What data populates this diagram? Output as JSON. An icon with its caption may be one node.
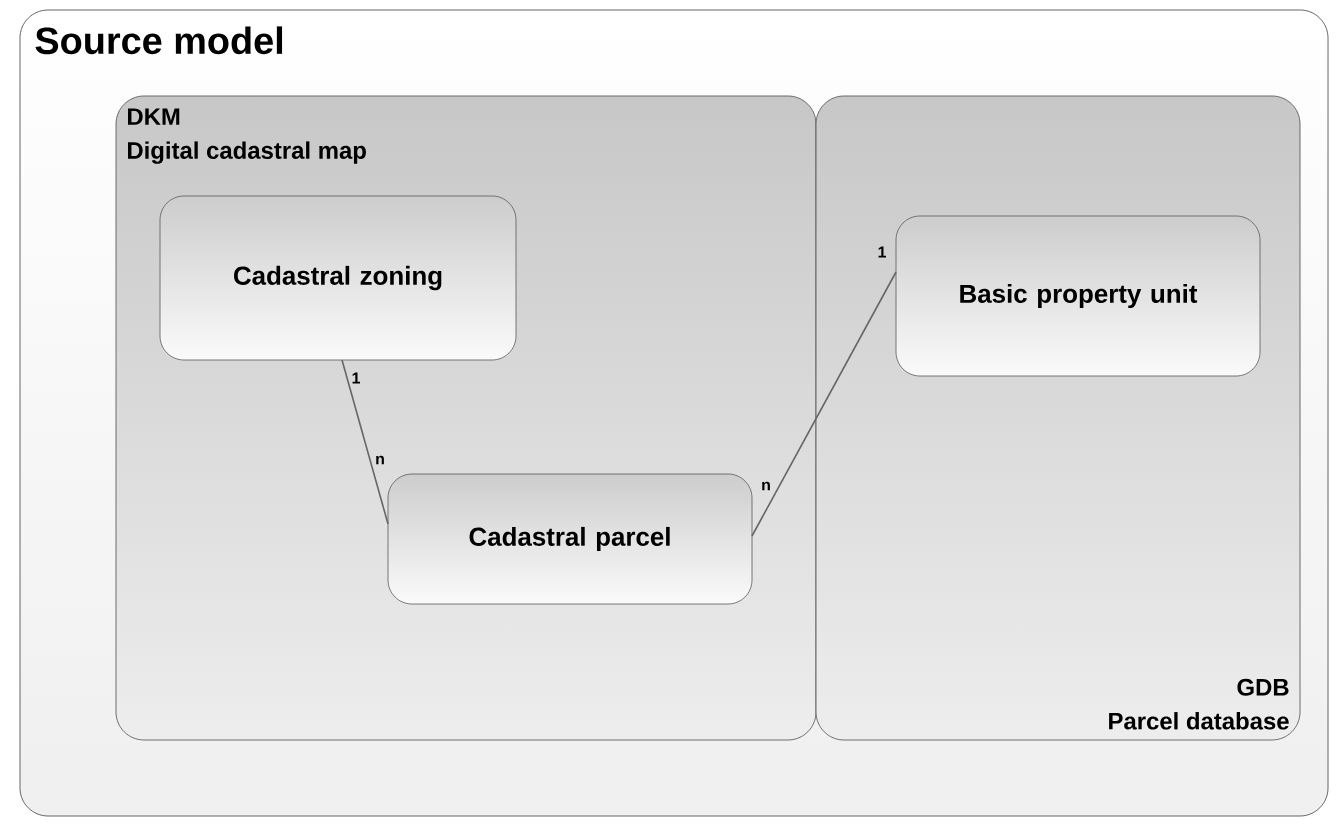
{
  "diagram": {
    "nodes": [
      {
        "text": [
          "Source model"
        ]
      },
      {
        "text": [
          "DKM",
          "Digital cadastral map"
        ],
        "in": 0
      },
      {
        "text": [
          "GDB",
          "Parcel database"
        ],
        "in": 0
      },
      {
        "text": [
          "Cadastral zoning"
        ],
        "in": 1
      },
      {
        "text": [
          "Cadastral parcel"
        ],
        "in": 1
      },
      {
        "text": [
          "Basic property unit"
        ],
        "in": 2
      }
    ],
    "edges": [
      {
        "from": 3,
        "to": 4,
        "arrow": "none"
      },
      {
        "from": 4,
        "to": 5,
        "arrow": "none"
      }
    ],
    "labels": [
      "1",
      "n",
      "1",
      "n"
    ]
  }
}
